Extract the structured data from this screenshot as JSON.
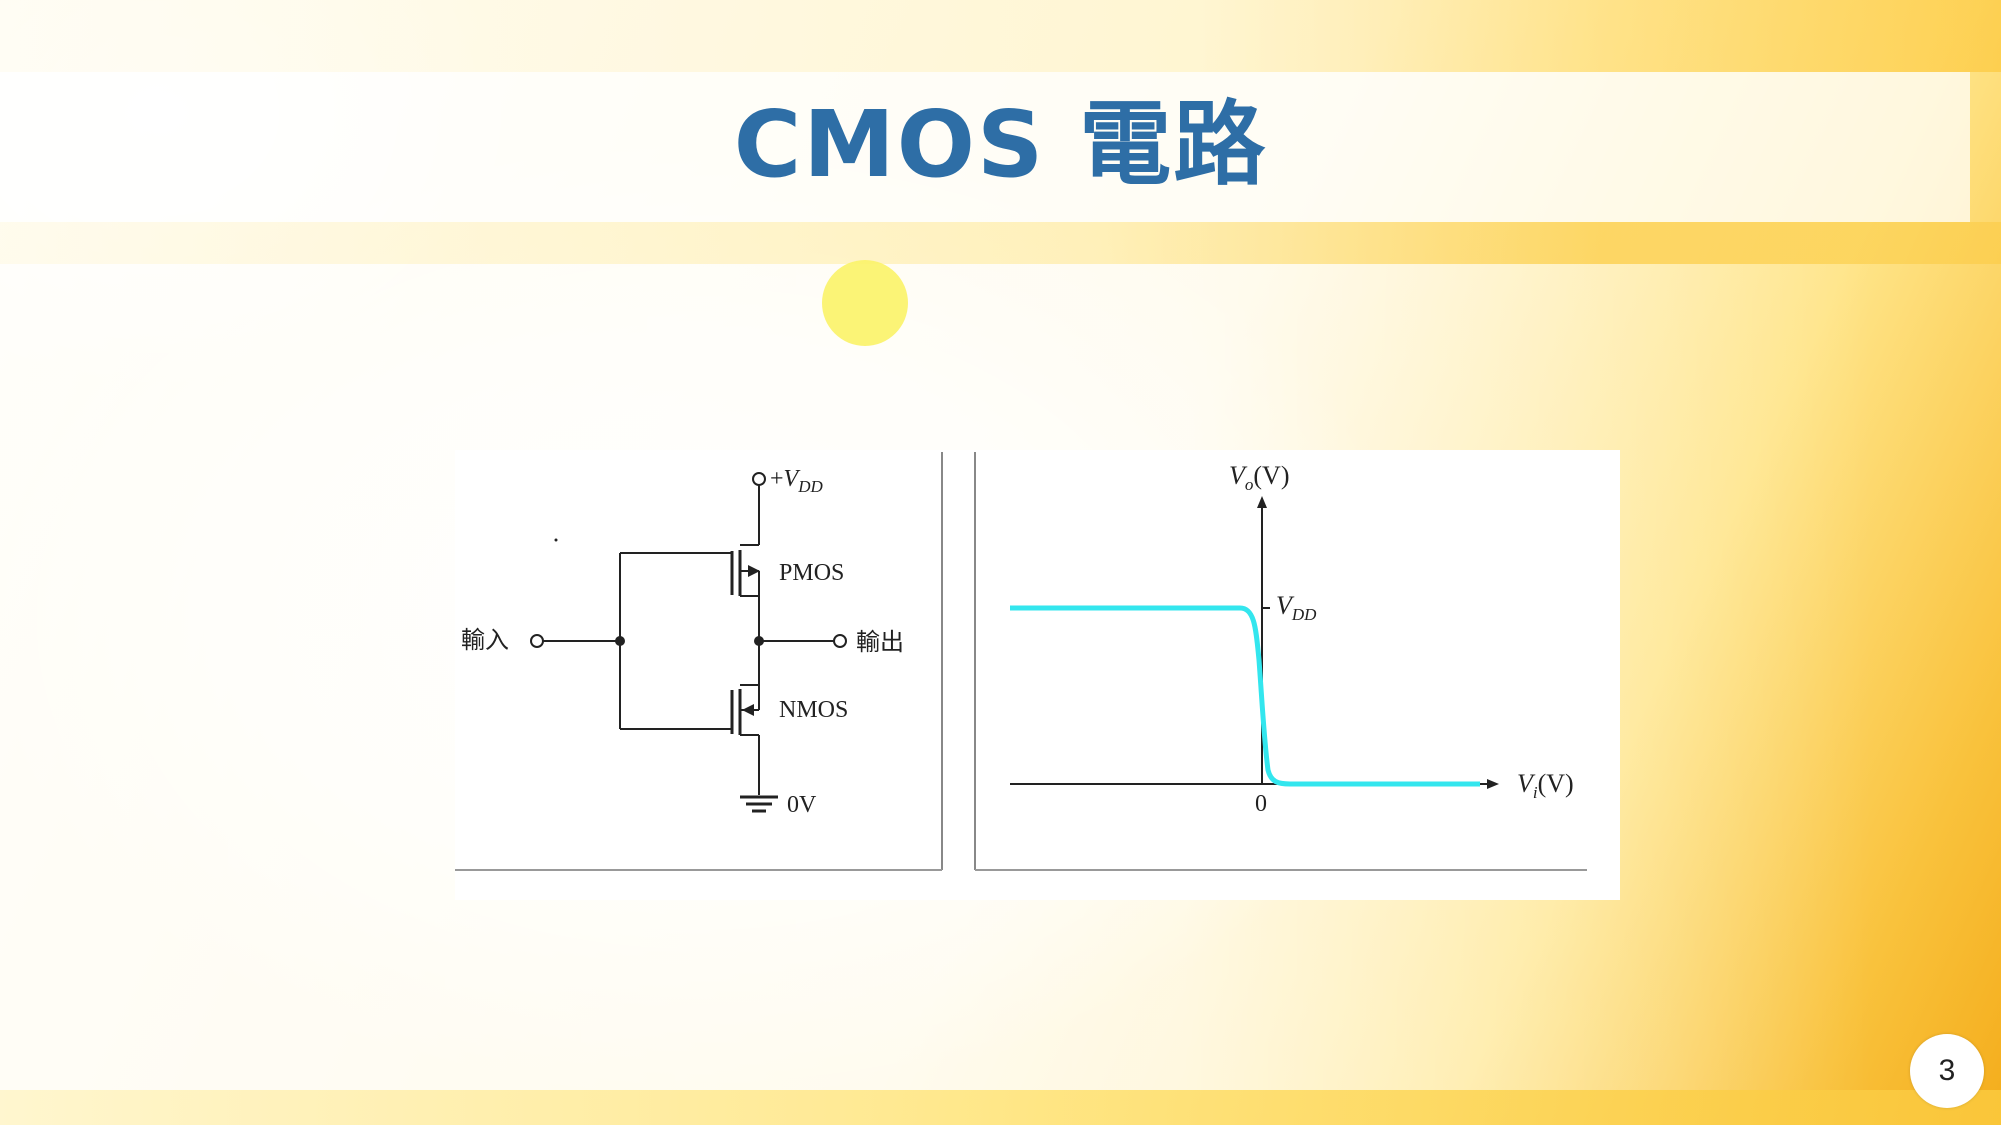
{
  "slide": {
    "title": "CMOS 電路",
    "page_number": "3"
  },
  "circuit": {
    "vdd_plus": "+",
    "vdd_v": "V",
    "vdd_sub": "DD",
    "pmos_label": "PMOS",
    "nmos_label": "NMOS",
    "input_label": "輸入",
    "output_label": "輸出",
    "ground_label": "0V"
  },
  "transfer_plot": {
    "y_axis_var": "V",
    "y_axis_sub": "o",
    "y_axis_unit": "(V)",
    "x_axis_var": "V",
    "x_axis_sub": "i",
    "x_axis_unit": "(V)",
    "vdd_tick_var": "V",
    "vdd_tick_sub": "DD",
    "origin_label": "0",
    "curve_color": "#33e6ee"
  },
  "colors": {
    "title": "#2e6ea6",
    "pointer": "#fbf36a"
  }
}
